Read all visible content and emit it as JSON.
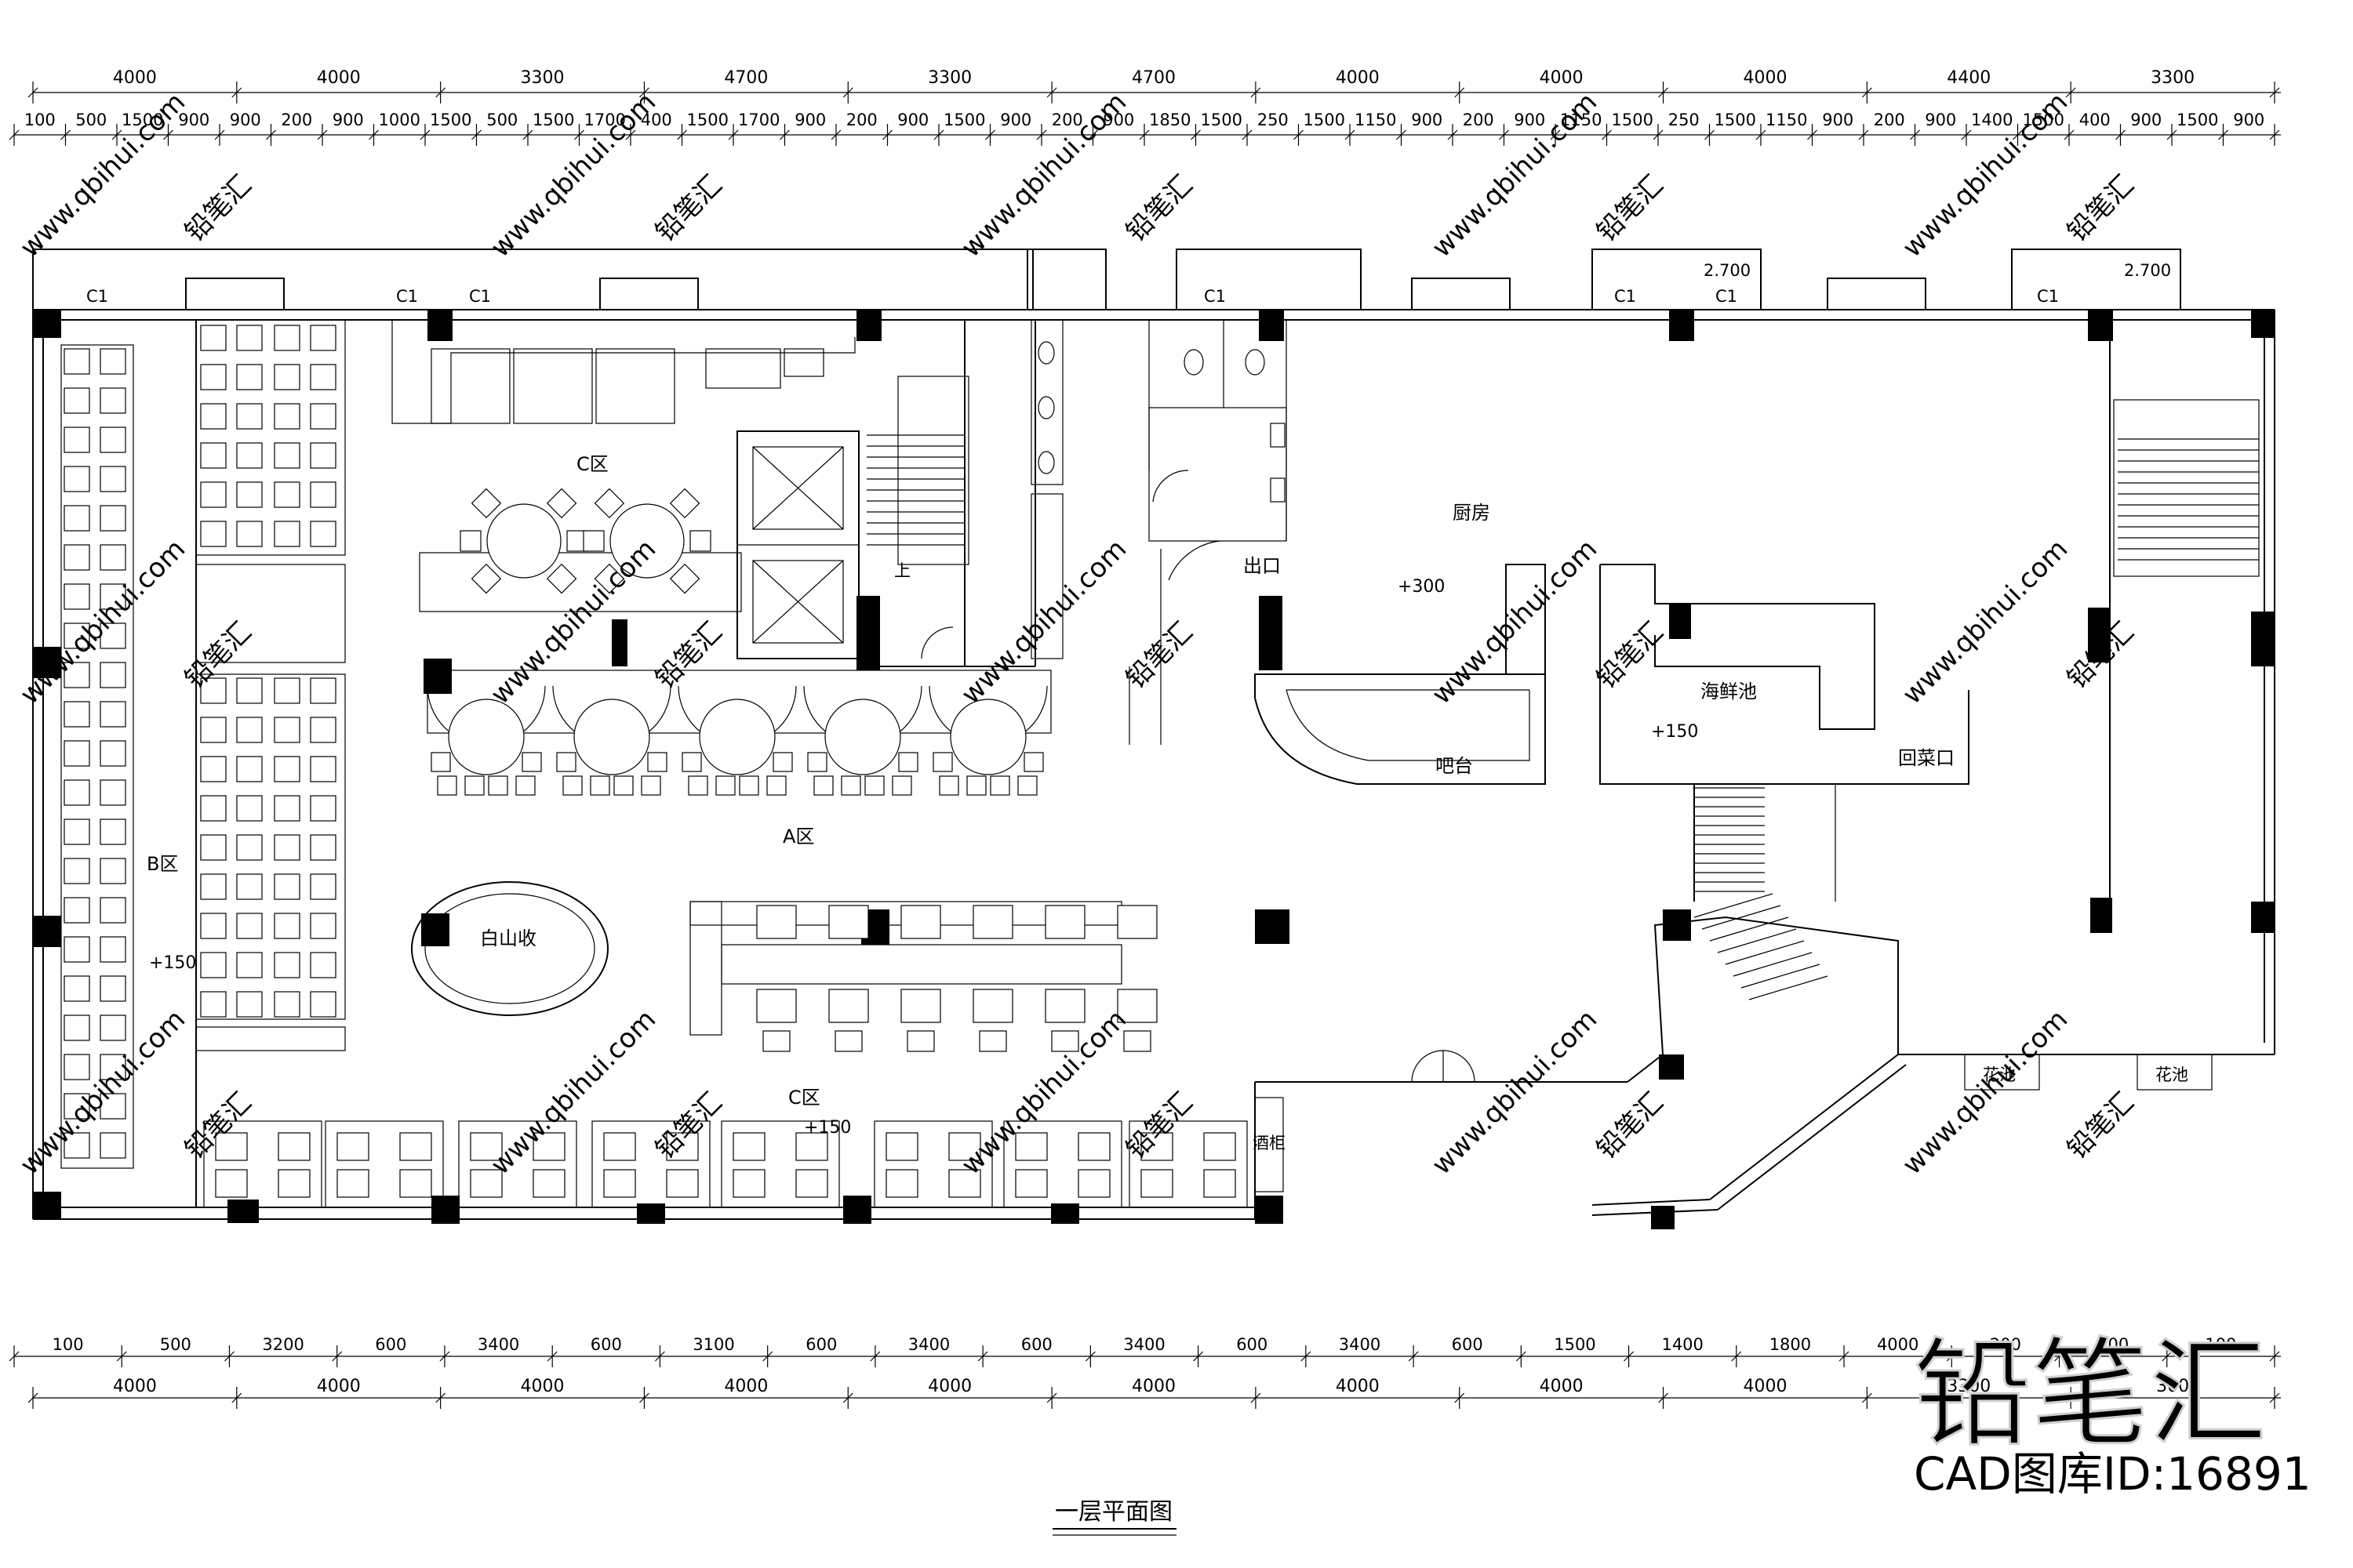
{
  "title": "一层平面图",
  "dimensions": {
    "top_major": [
      "4000",
      "4000",
      "3300",
      "4700",
      "3300",
      "4700",
      "4000",
      "4000",
      "4000",
      "4400",
      "3300"
    ],
    "top_minor": [
      "100",
      "500",
      "1500",
      "900",
      "900",
      "200",
      "900",
      "1000",
      "1500",
      "500",
      "1500",
      "1700",
      "400",
      "1500",
      "1700",
      "900",
      "200",
      "900",
      "1500",
      "900",
      "200",
      "900",
      "1850",
      "1500",
      "250",
      "1500",
      "1150",
      "900",
      "200",
      "900",
      "1150",
      "1500",
      "250",
      "1500",
      "1150",
      "900",
      "200",
      "900",
      "1400",
      "1500",
      "400",
      "900",
      "1500",
      "900"
    ],
    "bottom_minor": [
      "100",
      "500",
      "3200",
      "600",
      "3400",
      "600",
      "3100",
      "600",
      "3400",
      "600",
      "3400",
      "600",
      "3400",
      "600",
      "1500",
      "1400",
      "1800",
      "4000",
      "200",
      "100",
      "100"
    ],
    "bottom_major": [
      "4000",
      "4000",
      "4000",
      "4000",
      "4000",
      "4000",
      "4000",
      "4000",
      "4000",
      "3300",
      "300"
    ]
  },
  "rooms": {
    "c_zone_top": "C区",
    "b_zone": "B区",
    "b_zone_level": "+150",
    "a_zone": "A区",
    "c_zone_bottom": "C区",
    "c_zone_bottom_level": "+150",
    "cashier": "白山收",
    "kitchen": "厨房",
    "kitchen_level": "+300",
    "seafood_pool": "海鲜池",
    "seafood_level": "+150",
    "bar": "吧台",
    "exit": "出口",
    "dish_return": "回菜口",
    "upstairs": "上",
    "wine_cabinet": "酒柜",
    "planter_1": "花池",
    "planter_2": "花池"
  },
  "window_labels": [
    "C1",
    "C1",
    "C1",
    "C1",
    "C1",
    "C1",
    "C1"
  ],
  "level_marks": [
    "2.700",
    "2.700"
  ],
  "watermarks": {
    "url": "www.qbihui.com",
    "brand_small": "铅笔汇",
    "brand_large": "铅笔汇",
    "cad_id": "CAD图库ID:16891"
  }
}
